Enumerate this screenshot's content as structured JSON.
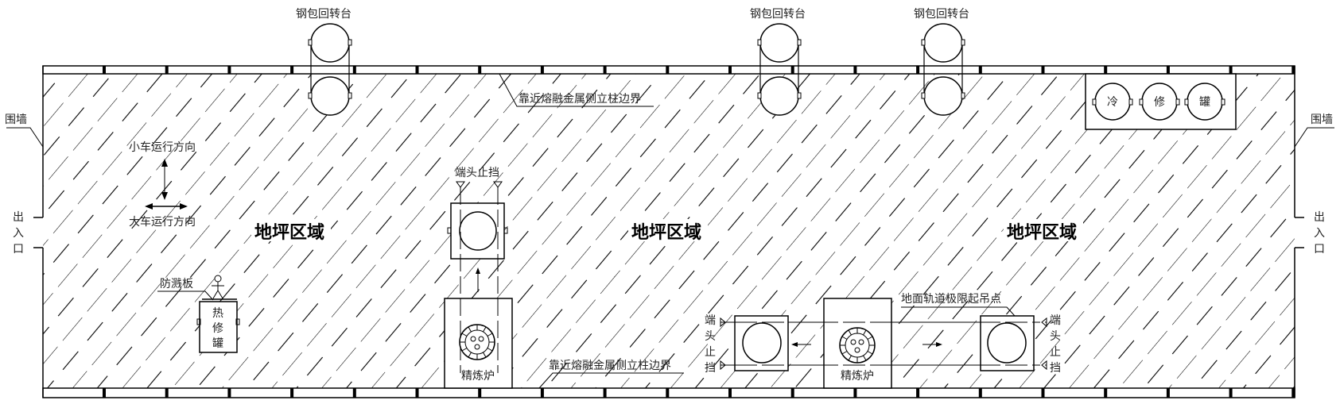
{
  "labels": {
    "ladle_turret": "钢包回转台",
    "wall": "围墙",
    "entrance": [
      "出",
      "入",
      "口"
    ],
    "floor_area": "地坪区域",
    "trolley_direction": "小车运行方向",
    "crane_direction": "大车运行方向",
    "column_boundary": "靠近熔融金属侧立柱边界",
    "end_stop": "端头止挡",
    "end_stop_vertical": [
      "端",
      "头",
      "止",
      "挡"
    ],
    "splash_guard": "防溅板",
    "hot_repair_tank": [
      "热",
      "修",
      "罐"
    ],
    "cold_repair_tank": [
      "冷",
      "修",
      "罐"
    ],
    "refining_furnace": "精炼炉",
    "ground_rail_limit": "地面轨道极限起吊点"
  }
}
